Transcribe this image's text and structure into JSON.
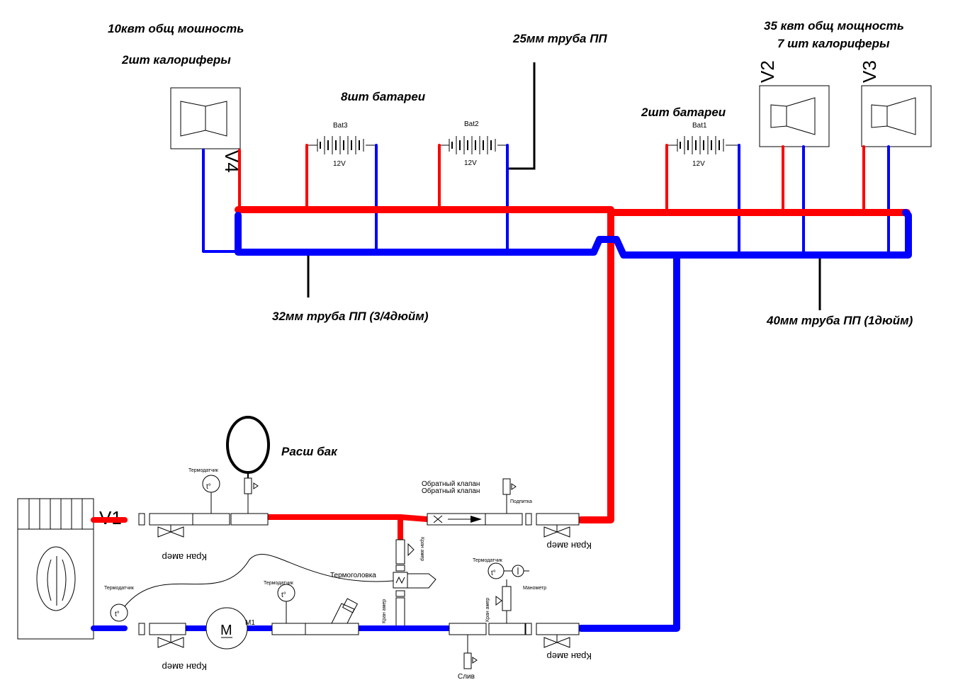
{
  "labels": {
    "small_power": "10квт общ мошность",
    "small_heaters": "2шт калориферы",
    "batteries_8": "8шт батареи",
    "pipe_25": "25мм труба ПП",
    "large_power": "35 квт общ мощность",
    "large_heaters": "7 шт калориферы",
    "batteries_2": "2шт батареи",
    "pipe_32": "32мм труба ПП (3/4дюйм)",
    "pipe_40": "40мм труба ПП (1дюйм)",
    "expansion_tank": "Расш бак"
  },
  "units": {
    "v1": "V1",
    "v2": "V2",
    "v3": "V3",
    "v4": "V4"
  },
  "batteries": {
    "bat3": "Bat3",
    "bat2": "Bat2",
    "bat1": "Bat1",
    "voltage": "12V"
  },
  "components": {
    "thermo_sensor": "Термодатчик",
    "check_valve": "Обратный клапан",
    "feed": "Подпитка",
    "crane": "Кран амер",
    "thermo_head": "Термоголовка",
    "manometer": "Манометр",
    "drain": "Слив",
    "pump": "M1",
    "pump_symbol": "M",
    "thermo_t": "t°"
  },
  "colors": {
    "hot": "#ff0000",
    "cold": "#0000ff",
    "line": "#000000"
  }
}
